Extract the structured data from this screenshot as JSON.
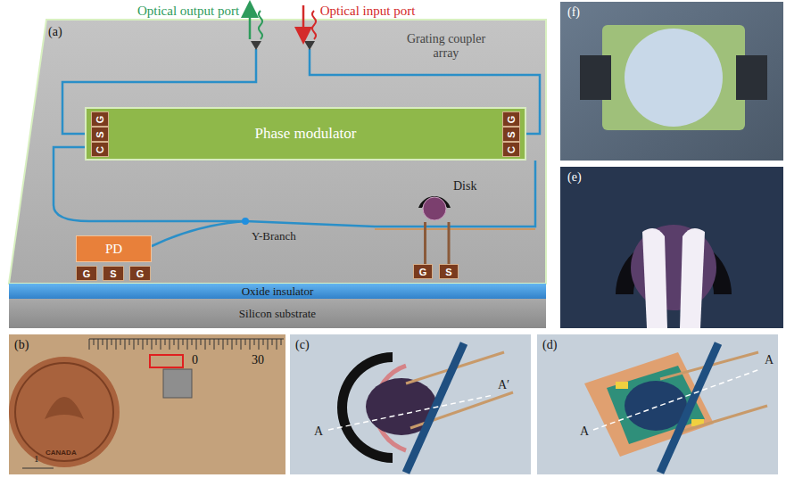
{
  "diagram": {
    "nodes": [
      {
        "text": [
          "Phase modulator"
        ]
      },
      {
        "text": [
          "G"
        ],
        "in": 0
      },
      {
        "text": [
          "S"
        ],
        "in": 0
      },
      {
        "text": [
          "C"
        ],
        "in": 0
      },
      {
        "text": [
          "G"
        ],
        "in": 0
      },
      {
        "text": [
          "S"
        ],
        "in": 0
      },
      {
        "text": [
          "C"
        ],
        "in": 0
      },
      {
        "text": [
          "Disk"
        ]
      },
      {
        "text": [
          "PD"
        ]
      },
      {
        "text": [
          "G"
        ]
      },
      {
        "text": [
          "S"
        ]
      },
      {
        "text": [
          "G"
        ]
      },
      {
        "text": [
          "G"
        ]
      },
      {
        "text": [
          "S"
        ]
      },
      {
        "text": [
          "Oxide insulator"
        ]
      },
      {
        "text": [
          "Silicon substrate"
        ]
      }
    ],
    "edges": [
      {
        "from": 7,
        "to": 12,
        "arrow": "none"
      },
      {
        "from": 7,
        "to": 13,
        "arrow": "none"
      }
    ],
    "labels": [
      "Optical output port",
      "Optical input port",
      "(a)",
      "Grating coupler array",
      "Y-Branch",
      "(f)",
      "(e)",
      "(b)",
      "0",
      "30",
      "1",
      "CANADA",
      "(c)",
      "A",
      "A′",
      "(d)",
      "A",
      "A"
    ]
  }
}
